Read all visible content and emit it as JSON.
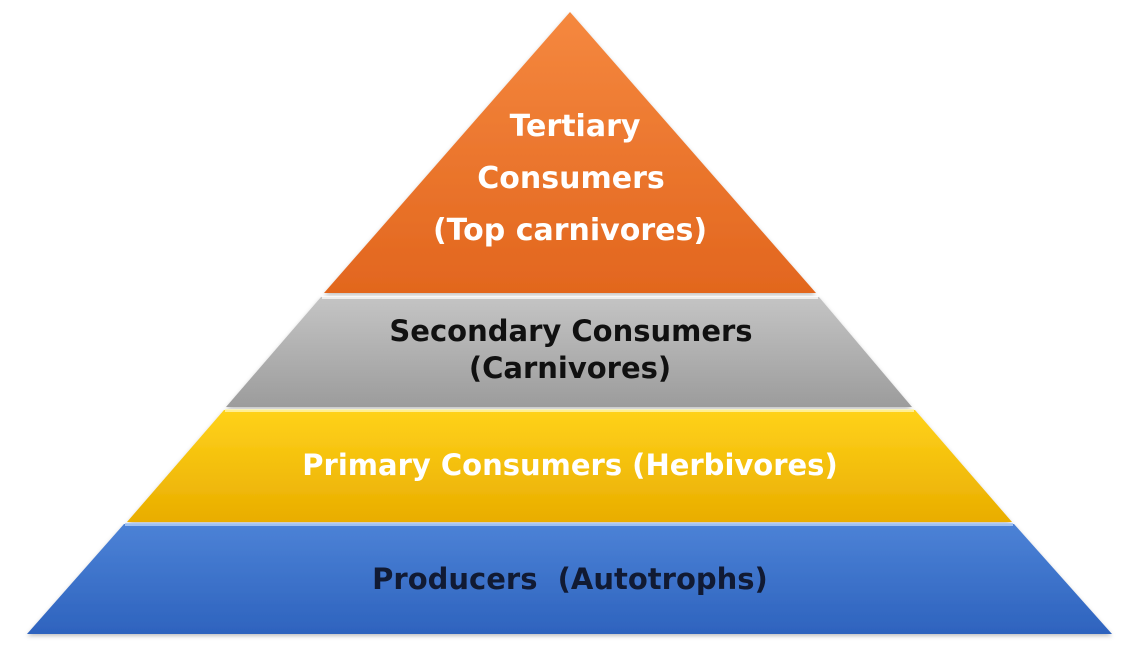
{
  "pyramid": {
    "tiers": [
      {
        "key": "tertiary",
        "lines": [
          "Tertiary",
          "Consumers",
          "(Top carnivores)"
        ],
        "fill_top": "#f5883f",
        "fill_bottom": "#e2661e",
        "text_color": "#ffffff"
      },
      {
        "key": "secondary",
        "lines": [
          "Secondary Consumers",
          "(Carnivores)"
        ],
        "fill_top": "#c4c4c4",
        "fill_bottom": "#9c9c9c",
        "text_color": "#111111"
      },
      {
        "key": "primary",
        "lines": [
          "Primary Consumers (Herbivores)"
        ],
        "fill_top": "#ffd21a",
        "fill_bottom": "#e9ad00",
        "text_color": "#ffffff"
      },
      {
        "key": "producers",
        "lines": [
          "Producers  (Autotrophs)"
        ],
        "fill_top": "#4c82d6",
        "fill_bottom": "#2e63be",
        "text_color": "#111a33"
      }
    ]
  }
}
